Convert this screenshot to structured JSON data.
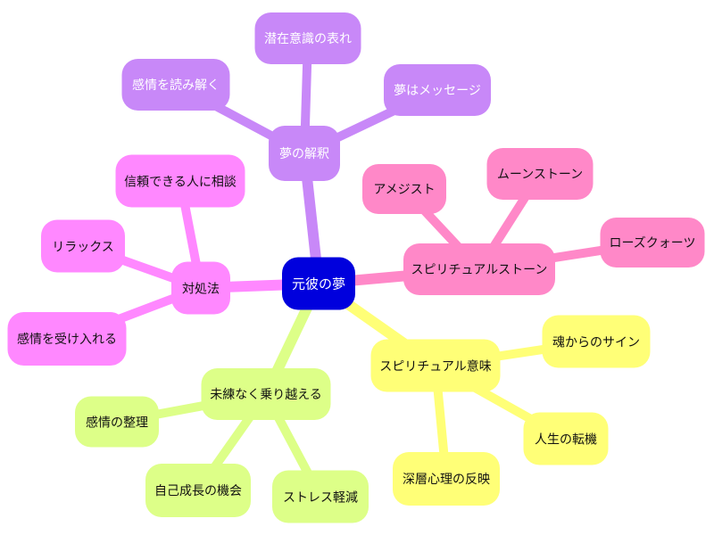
{
  "root": {
    "label": "元彼の夢",
    "color": "#0000dd"
  },
  "branches": [
    {
      "label": "夢の解釈",
      "color": "#c888f8",
      "children": [
        "潜在意識の表れ",
        "感情を読み解く",
        "夢はメッセージ"
      ]
    },
    {
      "label": "スピリチュアルストーン",
      "color": "#ff88c8",
      "children": [
        "アメジスト",
        "ムーンストーン",
        "ローズクォーツ"
      ]
    },
    {
      "label": "対処法",
      "color": "#ff88ff",
      "children": [
        "信頼できる人に相談",
        "リラックス",
        "感情を受け入れる"
      ]
    },
    {
      "label": "スピリチュアル意味",
      "color": "#ffff77",
      "children": [
        "魂からのサイン",
        "人生の転機",
        "深層心理の反映"
      ]
    },
    {
      "label": "未練なく乗り越える",
      "color": "#ddff88",
      "children": [
        "感情の整理",
        "自己成長の機会",
        "ストレス軽減"
      ]
    }
  ]
}
